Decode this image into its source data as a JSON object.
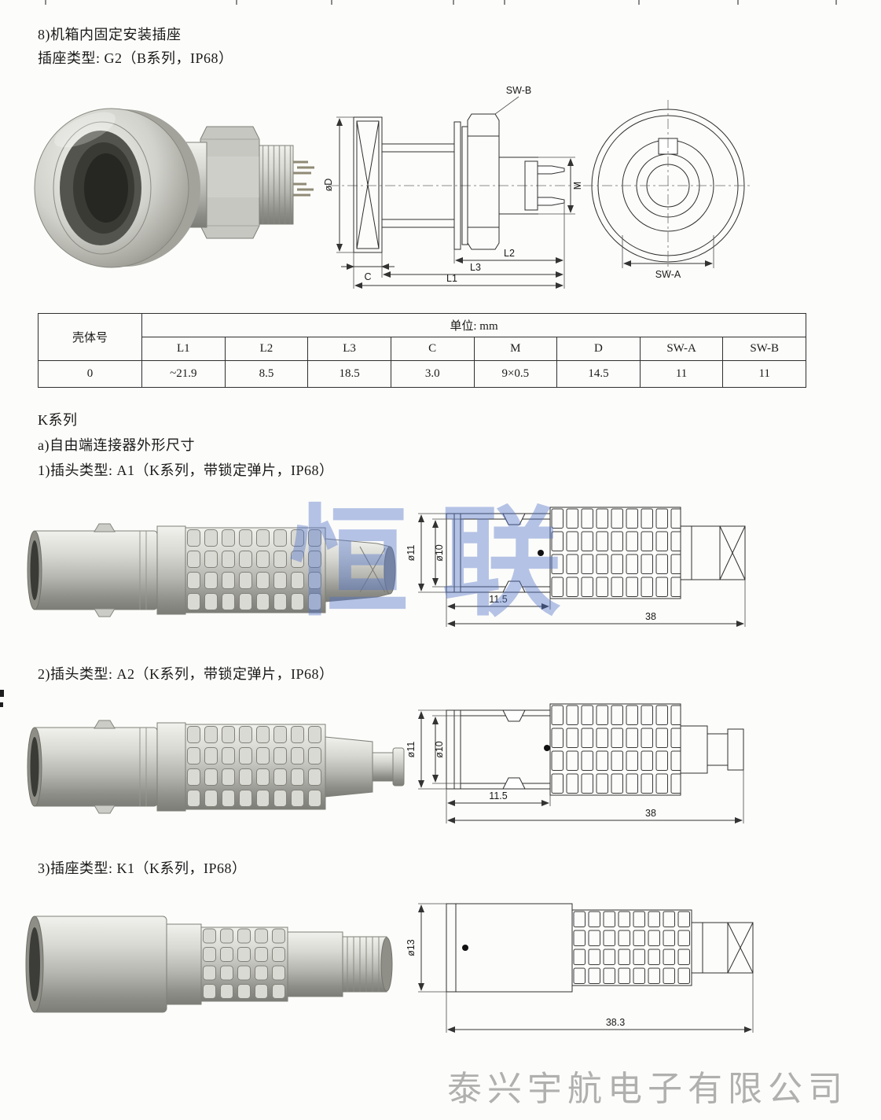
{
  "page": {
    "sec8_title": "8)机箱内固定安装插座",
    "sec8_sub": "插座类型: G2（B系列，IP68）",
    "k_series_title": "K系列",
    "k_series_sub": "a)自由端连接器外形尺寸",
    "item1_title": "1)插头类型: A1（K系列，带锁定弹片，IP68）",
    "item2_title": "2)插头类型: A2（K系列，带锁定弹片，IP68）",
    "item3_title": "3)插座类型: K1（K系列，IP68）",
    "watermark_center": "恒联",
    "watermark_company": "泰兴宇航电子有限公司"
  },
  "table": {
    "shell_header": "壳体号",
    "unit_header": "单位: mm",
    "columns": [
      "L1",
      "L2",
      "L3",
      "C",
      "M",
      "D",
      "SW-A",
      "SW-B"
    ],
    "row": [
      "0",
      "~21.9",
      "8.5",
      "18.5",
      "3.0",
      "9×0.5",
      "14.5",
      "11",
      "11"
    ]
  },
  "g2_drawing": {
    "swb": "SW-B",
    "dia_d": "øD",
    "m": "M",
    "c": "C",
    "l2": "L2",
    "l3": "L3",
    "l1": "L1",
    "swa": "SW-A"
  },
  "a1_drawing": {
    "dia11": "ø11",
    "dia10": "ø10",
    "len_115": "11.5",
    "len_38": "38"
  },
  "a2_drawing": {
    "dia11": "ø11",
    "dia10": "ø10",
    "len_115": "11.5",
    "len_38": "38"
  },
  "k1_drawing": {
    "dia13": "ø13",
    "len_383": "38.3"
  },
  "colors": {
    "watermark_blue": "#5073c8",
    "watermark_gray": "#9b9b9b"
  }
}
